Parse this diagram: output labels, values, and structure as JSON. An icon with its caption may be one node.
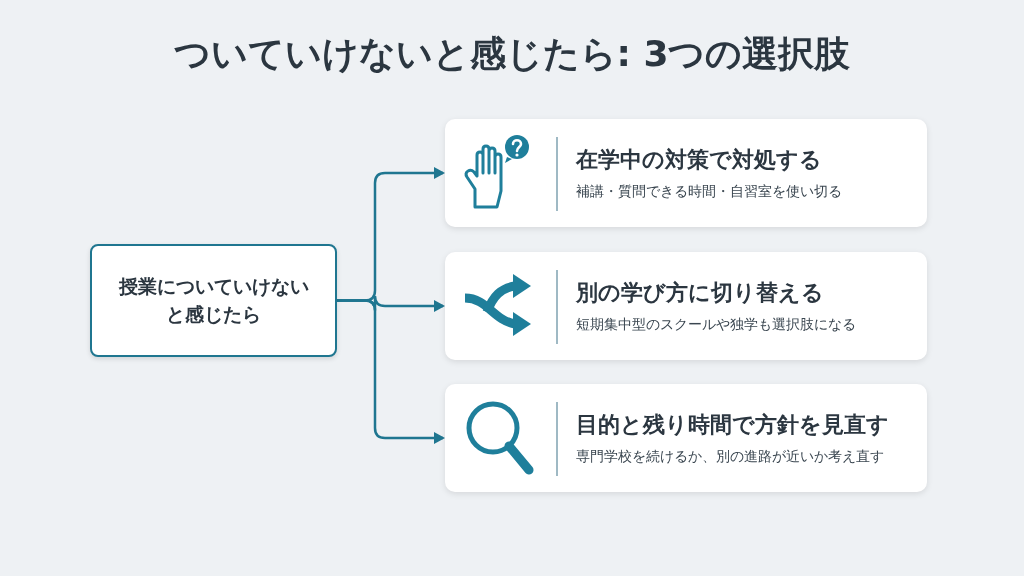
{
  "diagram": {
    "title": "ついていけないと感じたら: **3つの選択肢**",
    "nodes": [
      {
        "text": [
          "授業についていけないと感じたら"
        ]
      },
      {
        "text": [
          "在学中の対策で対処する",
          "補講・質問できる時間・自習室を使い切る"
        ]
      },
      {
        "text": [
          "別の学び方に切り替える",
          "短期集中型のスクールや独学も選択肢になる"
        ]
      },
      {
        "text": [
          "目的と残り時間で方針を見直す",
          "専門学校を続けるか、別の進路が近いか考え直す"
        ]
      }
    ],
    "edges": [
      {
        "from": 0,
        "to": 1,
        "arrow": "to"
      },
      {
        "from": 0,
        "to": 2,
        "arrow": "to"
      },
      {
        "from": 0,
        "to": 3,
        "arrow": "to"
      }
    ]
  }
}
